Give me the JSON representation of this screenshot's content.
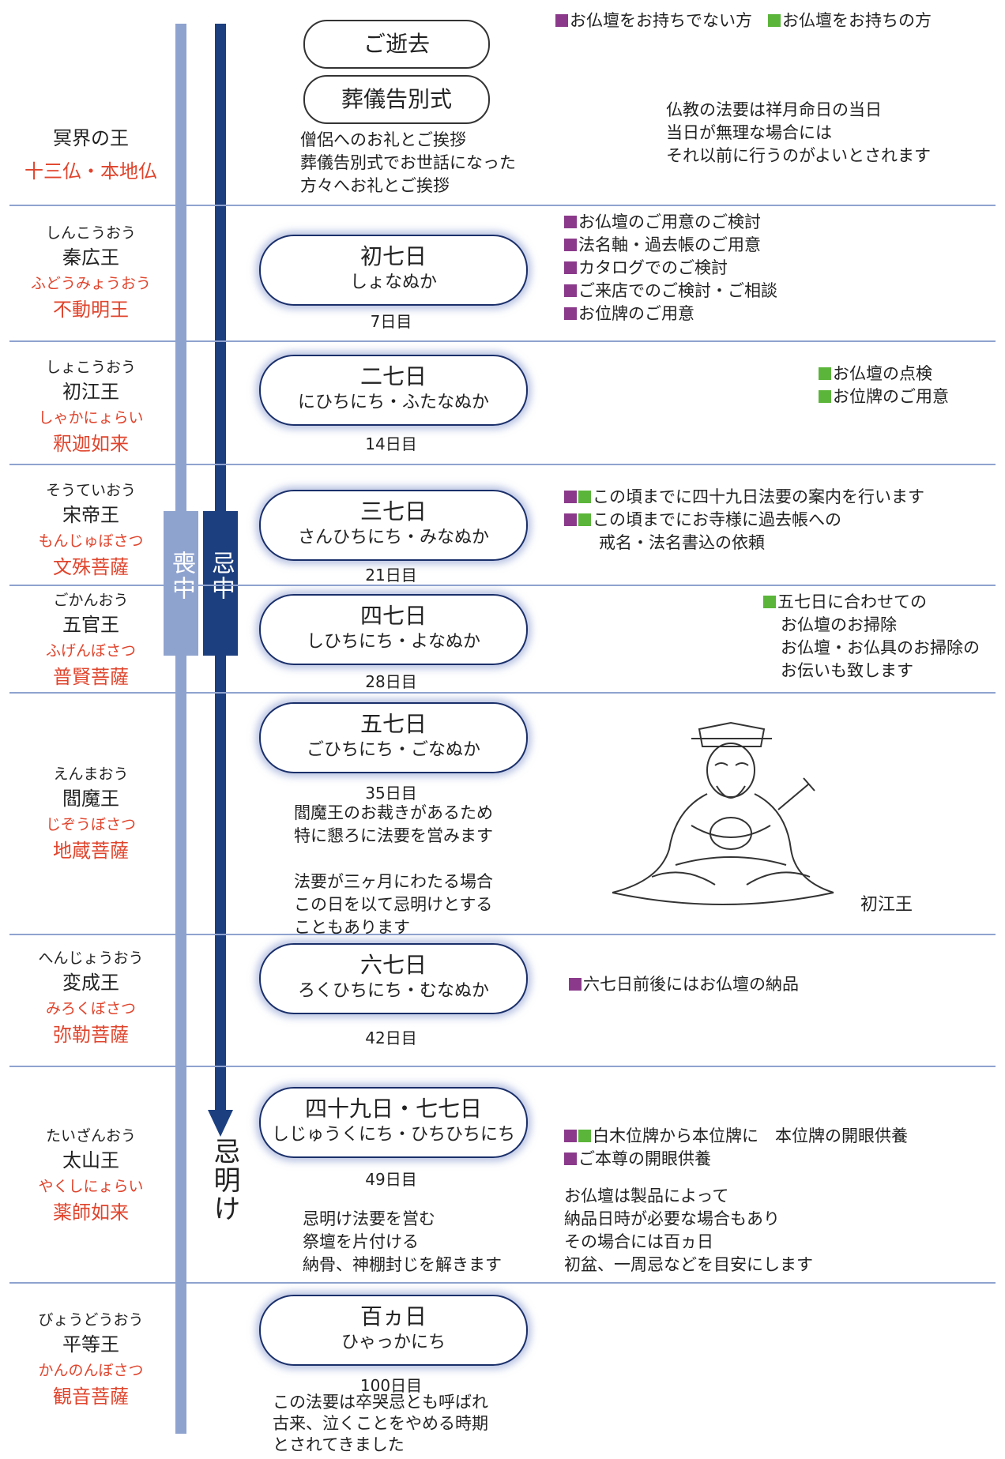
{
  "legend": {
    "no_altar": "お仏壇をお持ちでない方",
    "has_altar": "お仏壇をお持ちの方"
  },
  "colors": {
    "light_bar": "#8fa3cf",
    "dark_bar": "#1c3f7f",
    "buddha": "#e0442c",
    "magenta": "#8b3a8b",
    "green": "#5bb53a"
  },
  "bars": {
    "mochu": "喪中",
    "kichu": "忌中",
    "kiake": "忌明け"
  },
  "top": {
    "death": "ご逝去",
    "funeral": "葬儀告別式",
    "note": [
      "僧侶へのお礼とご挨拶",
      "葬儀告別式でお世話になった",
      "方々へお礼とご挨拶"
    ],
    "king_label": "冥界の王",
    "buddha_label": "十三仏・本地仏",
    "right_note": [
      "仏教の法要は祥月命日の当日",
      "当日が無理な場合には",
      "それ以前に行うのがよいとされます"
    ]
  },
  "rows": [
    {
      "king_reading": "しんこうおう",
      "king": "秦広王",
      "buddha_reading": "ふどうみょうおう",
      "buddha": "不動明王",
      "title": "初七日",
      "reading": "しょなぬか",
      "day": "7日目"
    },
    {
      "king_reading": "しょこうおう",
      "king": "初江王",
      "buddha_reading": "しゃかにょらい",
      "buddha": "釈迦如来",
      "title": "二七日",
      "reading": "にひちにち・ふたなぬか",
      "day": "14日目"
    },
    {
      "king_reading": "そうていおう",
      "king": "宋帝王",
      "buddha_reading": "もんじゅぼさつ",
      "buddha": "文殊菩薩",
      "title": "三七日",
      "reading": "さんひちにち・みなぬか",
      "day": "21日目"
    },
    {
      "king_reading": "ごかんおう",
      "king": "五官王",
      "buddha_reading": "ふげんぼさつ",
      "buddha": "普賢菩薩",
      "title": "四七日",
      "reading": "しひちにち・よなぬか",
      "day": "28日目"
    },
    {
      "king_reading": "えんまおう",
      "king": "閻魔王",
      "buddha_reading": "じぞうぼさつ",
      "buddha": "地蔵菩薩",
      "title": "五七日",
      "reading": "ごひちにち・ごなぬか",
      "day": "35日目"
    },
    {
      "king_reading": "へんじょうおう",
      "king": "変成王",
      "buddha_reading": "みろくぼさつ",
      "buddha": "弥勒菩薩",
      "title": "六七日",
      "reading": "ろくひちにち・むなぬか",
      "day": "42日目"
    },
    {
      "king_reading": "たいざんおう",
      "king": "太山王",
      "buddha_reading": "やくしにょらい",
      "buddha": "薬師如来",
      "title": "四十九日・七七日",
      "reading": "しじゅうくにち・ひちひちにち",
      "day": "49日目"
    },
    {
      "king_reading": "びょうどうおう",
      "king": "平等王",
      "buddha_reading": "かんのんぼさつ",
      "buddha": "観音菩薩",
      "title": "百ヵ日",
      "reading": "ひゃっかにち",
      "day": "100日目"
    }
  ],
  "notes": {
    "r1": [
      "お仏壇のご用意のご検討",
      "法名軸・過去帳のご用意",
      "カタログでのご検討",
      "ご来店でのご検討・ご相談",
      "お位牌のご用意"
    ],
    "r2": [
      "お仏壇の点検",
      "お位牌のご用意"
    ],
    "r3": [
      "この頃までに四十九日法要の案内を行います",
      "この頃までにお寺様に過去帳への",
      "戒名・法名書込の依頼"
    ],
    "r4": [
      "五七日に合わせての",
      "お仏壇のお掃除",
      "お仏壇・お仏具のお掃除の",
      "お伝いも致します"
    ],
    "r5_center": [
      "閻魔王のお裁きがあるため",
      "特に懇ろに法要を営みます",
      "",
      "法要が三ヶ月にわたる場合",
      "この日を以て忌明けとする",
      "こともあります"
    ],
    "r5_figure": "初江王",
    "r6": [
      "六七日前後にはお仏壇の納品"
    ],
    "r7": [
      "白木位牌から本位牌に　本位牌の開眼供養",
      "ご本尊の開眼供養"
    ],
    "r7_note": [
      "お仏壇は製品によって",
      "納品日時が必要な場合もあり",
      "その場合には百ヵ日",
      "初盆、一周忌などを目安にします"
    ],
    "r7_center": [
      "忌明け法要を営む",
      "祭壇を片付ける",
      "納骨、神棚封じを解きます"
    ],
    "r8_center": [
      "この法要は卒哭忌とも呼ばれ",
      "古来、泣くことをやめる時期",
      "とされてきました"
    ]
  }
}
